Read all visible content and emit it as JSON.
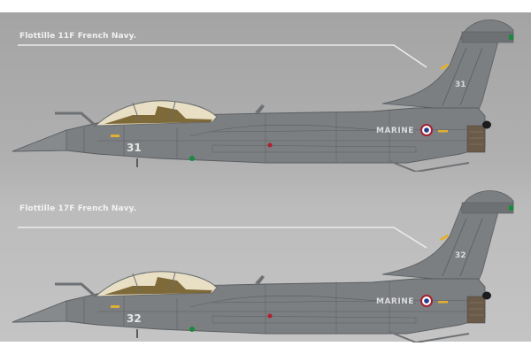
{
  "profiles": [
    {
      "caption": "Flottille 11F French Navy.",
      "nose_number": "31",
      "tail_number": "31",
      "fuselage_text": "MARINE"
    },
    {
      "caption": "Flottille 17F French Navy.",
      "nose_number": "32",
      "tail_number": "32",
      "fuselage_text": "MARINE"
    }
  ],
  "colors": {
    "background_top": "#a4a4a4",
    "background_bottom": "#c4c4c4",
    "aircraft_gray": "#7c7f82",
    "panel_lines": "#5a5d60",
    "canopy": "#e8dfc4",
    "cockpit_interior": "#6b5520",
    "roundel_blue": "#1e3c8c",
    "roundel_red": "#a42030",
    "yellow_marking": "#e0b030",
    "green_light": "#1a8a40",
    "exhaust_brown": "#6a5a48",
    "caption_text": "#f2f2f2"
  }
}
